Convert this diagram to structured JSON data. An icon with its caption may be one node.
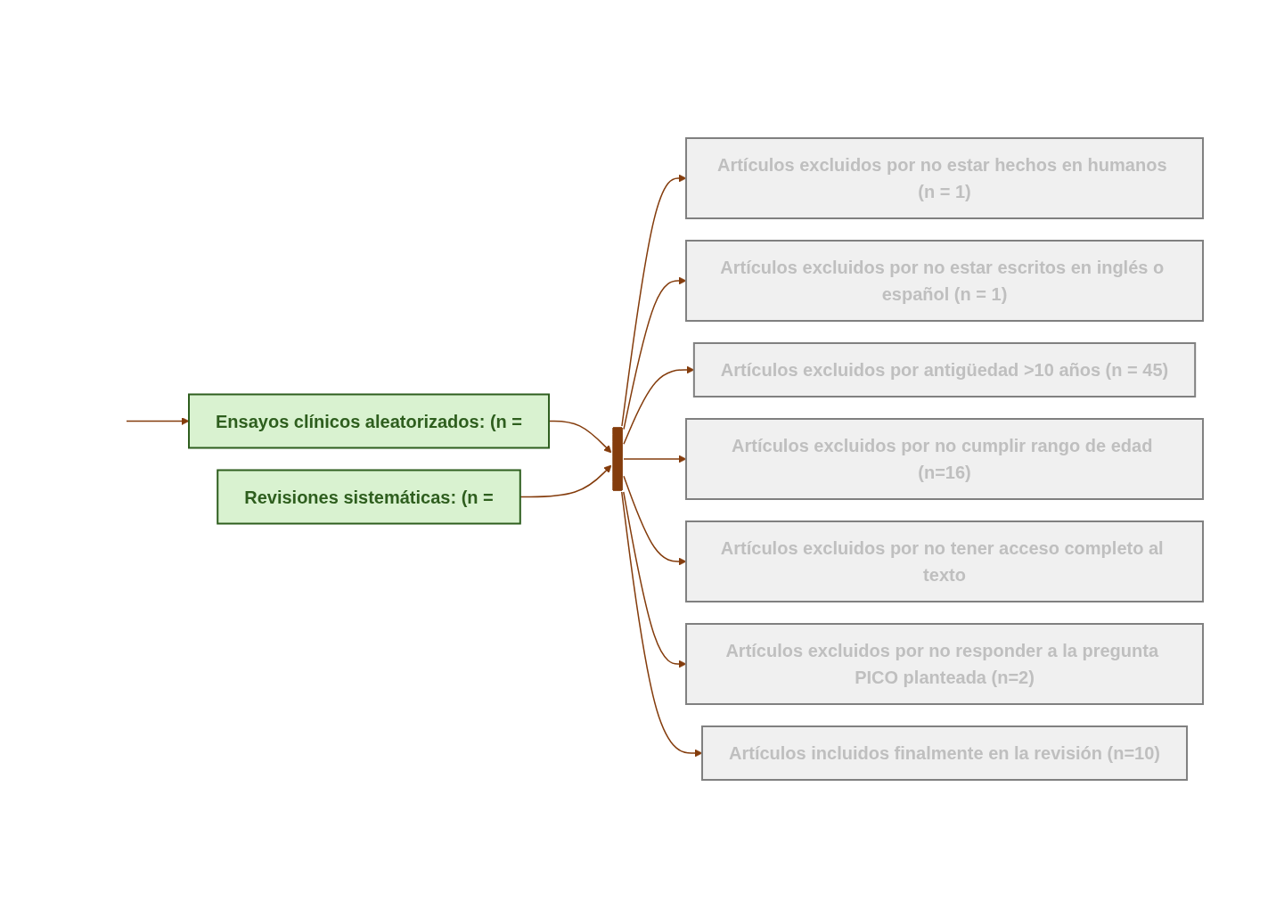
{
  "diagram": {
    "nodes": [
      {
        "text": [
          "Ensayos clínicos aleatorizados: (n ="
        ]
      },
      {
        "text": [
          "Revisiones sistemáticas: (n ="
        ]
      },
      {
        "text": [],
        "shape": "bar"
      },
      {
        "text": [
          "Artículos excluidos por no estar hechos en humanos (n = 1)"
        ]
      },
      {
        "text": [
          "Artículos excluidos por no estar escritos en inglés o español (n = 1)"
        ]
      },
      {
        "text": [
          "Artículos excluidos por antigüedad >10 años (n = 45)"
        ]
      },
      {
        "text": [
          "Artículos excluidos por no cumplir rango de edad (n=16)"
        ]
      },
      {
        "text": [
          "Artículos excluidos por no tener acceso completo al texto"
        ]
      },
      {
        "text": [
          "Artículos excluidos por no responder a la pregunta PICO planteada (n=2)"
        ]
      },
      {
        "text": [
          "Artículos incluidos finalmente en la revisión (n=10)"
        ]
      }
    ],
    "edges": [
      {
        "from": null,
        "to": 0,
        "arrow": "to"
      },
      {
        "from": 0,
        "to": 2,
        "arrow": "to"
      },
      {
        "from": 1,
        "to": 2,
        "arrow": "to"
      },
      {
        "from": 2,
        "to": 3,
        "arrow": "to"
      },
      {
        "from": 2,
        "to": 4,
        "arrow": "to"
      },
      {
        "from": 2,
        "to": 5,
        "arrow": "to"
      },
      {
        "from": 2,
        "to": 6,
        "arrow": "to"
      },
      {
        "from": 2,
        "to": 7,
        "arrow": "to"
      },
      {
        "from": 2,
        "to": 8,
        "arrow": "to"
      },
      {
        "from": 2,
        "to": 9,
        "arrow": "to"
      }
    ]
  }
}
